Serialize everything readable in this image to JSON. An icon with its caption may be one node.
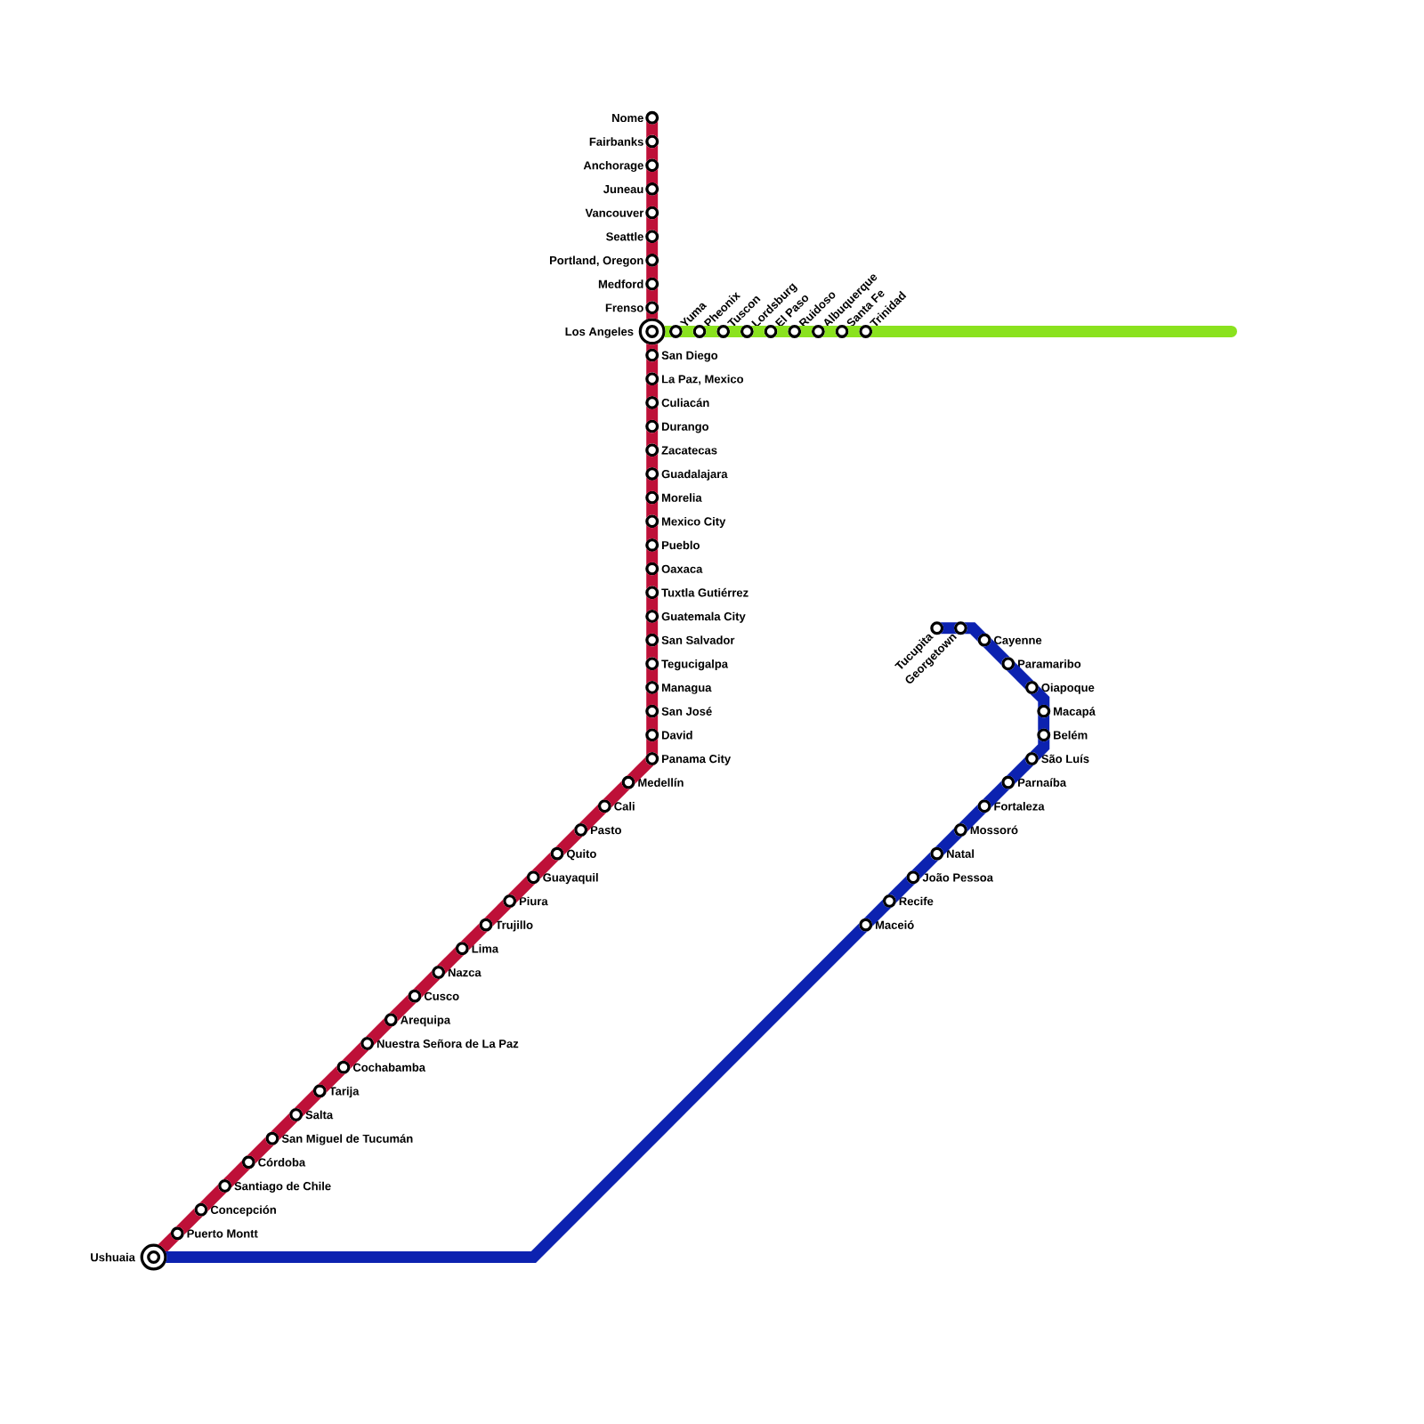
{
  "diagram": {
    "nodes": [
      {
        "text": [
          "Nome"
        ]
      },
      {
        "text": [
          "Fairbanks"
        ]
      },
      {
        "text": [
          "Anchorage"
        ]
      },
      {
        "text": [
          "Juneau"
        ]
      },
      {
        "text": [
          "Vancouver"
        ]
      },
      {
        "text": [
          "Seattle"
        ]
      },
      {
        "text": [
          "Portland, Oregon"
        ]
      },
      {
        "text": [
          "Medford"
        ]
      },
      {
        "text": [
          "Frenso"
        ]
      },
      {
        "text": [
          "Los Angeles"
        ]
      },
      {
        "text": [
          "San Diego"
        ]
      },
      {
        "text": [
          "La Paz, Mexico"
        ]
      },
      {
        "text": [
          "Culiacán"
        ]
      },
      {
        "text": [
          "Durango"
        ]
      },
      {
        "text": [
          "Zacatecas"
        ]
      },
      {
        "text": [
          "Guadalajara"
        ]
      },
      {
        "text": [
          "Morelia"
        ]
      },
      {
        "text": [
          "Mexico City"
        ]
      },
      {
        "text": [
          "Pueblo"
        ]
      },
      {
        "text": [
          "Oaxaca"
        ]
      },
      {
        "text": [
          "Tuxtla Gutiérrez"
        ]
      },
      {
        "text": [
          "Guatemala City"
        ]
      },
      {
        "text": [
          "San Salvador"
        ]
      },
      {
        "text": [
          "Tegucigalpa"
        ]
      },
      {
        "text": [
          "Managua"
        ]
      },
      {
        "text": [
          "San José"
        ]
      },
      {
        "text": [
          "David"
        ]
      },
      {
        "text": [
          "Panama City"
        ]
      },
      {
        "text": [
          "Medellín"
        ]
      },
      {
        "text": [
          "Cali"
        ]
      },
      {
        "text": [
          "Pasto"
        ]
      },
      {
        "text": [
          "Quito"
        ]
      },
      {
        "text": [
          "Guayaquil"
        ]
      },
      {
        "text": [
          "Piura"
        ]
      },
      {
        "text": [
          "Trujillo"
        ]
      },
      {
        "text": [
          "Lima"
        ]
      },
      {
        "text": [
          "Nazca"
        ]
      },
      {
        "text": [
          "Cusco"
        ]
      },
      {
        "text": [
          "Arequipa"
        ]
      },
      {
        "text": [
          "Nuestra Señora de La Paz"
        ]
      },
      {
        "text": [
          "Cochabamba"
        ]
      },
      {
        "text": [
          "Tarija"
        ]
      },
      {
        "text": [
          "Salta"
        ]
      },
      {
        "text": [
          "San Miguel de Tucumán"
        ]
      },
      {
        "text": [
          "Córdoba"
        ]
      },
      {
        "text": [
          "Santiago de Chile"
        ]
      },
      {
        "text": [
          "Concepción"
        ]
      },
      {
        "text": [
          "Puerto Montt"
        ]
      },
      {
        "text": [
          "Ushuaia"
        ]
      },
      {
        "text": [
          "Yuma"
        ]
      },
      {
        "text": [
          "Pheonix"
        ]
      },
      {
        "text": [
          "Tuscon"
        ]
      },
      {
        "text": [
          "Lordsburg"
        ]
      },
      {
        "text": [
          "El Paso"
        ]
      },
      {
        "text": [
          "Ruidoso"
        ]
      },
      {
        "text": [
          "Albuquerque"
        ]
      },
      {
        "text": [
          "Santa Fe"
        ]
      },
      {
        "text": [
          "Trinidad"
        ]
      },
      {
        "text": [
          "Maceió"
        ]
      },
      {
        "text": [
          "Recife"
        ]
      },
      {
        "text": [
          "João Pessoa"
        ]
      },
      {
        "text": [
          "Natal"
        ]
      },
      {
        "text": [
          "Mossoró"
        ]
      },
      {
        "text": [
          "Fortaleza"
        ]
      },
      {
        "text": [
          "Parnaíba"
        ]
      },
      {
        "text": [
          "São Luís"
        ]
      },
      {
        "text": [
          "Belém"
        ]
      },
      {
        "text": [
          "Macapá"
        ]
      },
      {
        "text": [
          "Oiapoque"
        ]
      },
      {
        "text": [
          "Paramaribo"
        ]
      },
      {
        "text": [
          "Cayenne"
        ]
      },
      {
        "text": [
          "Georgetown"
        ]
      },
      {
        "text": [
          "Tucupita"
        ]
      }
    ],
    "edges": [
      {
        "from": 0,
        "to": 1,
        "arrow": "none"
      },
      {
        "from": 1,
        "to": 2,
        "arrow": "none"
      },
      {
        "from": 2,
        "to": 3,
        "arrow": "none"
      },
      {
        "from": 3,
        "to": 4,
        "arrow": "none"
      },
      {
        "from": 4,
        "to": 5,
        "arrow": "none"
      },
      {
        "from": 5,
        "to": 6,
        "arrow": "none"
      },
      {
        "from": 6,
        "to": 7,
        "arrow": "none"
      },
      {
        "from": 7,
        "to": 8,
        "arrow": "none"
      },
      {
        "from": 8,
        "to": 9,
        "arrow": "none"
      },
      {
        "from": 9,
        "to": 10,
        "arrow": "none"
      },
      {
        "from": 10,
        "to": 11,
        "arrow": "none"
      },
      {
        "from": 11,
        "to": 12,
        "arrow": "none"
      },
      {
        "from": 12,
        "to": 13,
        "arrow": "none"
      },
      {
        "from": 13,
        "to": 14,
        "arrow": "none"
      },
      {
        "from": 14,
        "to": 15,
        "arrow": "none"
      },
      {
        "from": 15,
        "to": 16,
        "arrow": "none"
      },
      {
        "from": 16,
        "to": 17,
        "arrow": "none"
      },
      {
        "from": 17,
        "to": 18,
        "arrow": "none"
      },
      {
        "from": 18,
        "to": 19,
        "arrow": "none"
      },
      {
        "from": 19,
        "to": 20,
        "arrow": "none"
      },
      {
        "from": 20,
        "to": 21,
        "arrow": "none"
      },
      {
        "from": 21,
        "to": 22,
        "arrow": "none"
      },
      {
        "from": 22,
        "to": 23,
        "arrow": "none"
      },
      {
        "from": 23,
        "to": 24,
        "arrow": "none"
      },
      {
        "from": 24,
        "to": 25,
        "arrow": "none"
      },
      {
        "from": 25,
        "to": 26,
        "arrow": "none"
      },
      {
        "from": 26,
        "to": 27,
        "arrow": "none"
      },
      {
        "from": 27,
        "to": 28,
        "arrow": "none"
      },
      {
        "from": 28,
        "to": 29,
        "arrow": "none"
      },
      {
        "from": 29,
        "to": 30,
        "arrow": "none"
      },
      {
        "from": 30,
        "to": 31,
        "arrow": "none"
      },
      {
        "from": 31,
        "to": 32,
        "arrow": "none"
      },
      {
        "from": 32,
        "to": 33,
        "arrow": "none"
      },
      {
        "from": 33,
        "to": 34,
        "arrow": "none"
      },
      {
        "from": 34,
        "to": 35,
        "arrow": "none"
      },
      {
        "from": 35,
        "to": 36,
        "arrow": "none"
      },
      {
        "from": 36,
        "to": 37,
        "arrow": "none"
      },
      {
        "from": 37,
        "to": 38,
        "arrow": "none"
      },
      {
        "from": 38,
        "to": 39,
        "arrow": "none"
      },
      {
        "from": 39,
        "to": 40,
        "arrow": "none"
      },
      {
        "from": 40,
        "to": 41,
        "arrow": "none"
      },
      {
        "from": 41,
        "to": 42,
        "arrow": "none"
      },
      {
        "from": 42,
        "to": 43,
        "arrow": "none"
      },
      {
        "from": 43,
        "to": 44,
        "arrow": "none"
      },
      {
        "from": 44,
        "to": 45,
        "arrow": "none"
      },
      {
        "from": 45,
        "to": 46,
        "arrow": "none"
      },
      {
        "from": 46,
        "to": 47,
        "arrow": "none"
      },
      {
        "from": 47,
        "to": 48,
        "arrow": "none"
      },
      {
        "from": 9,
        "to": 49,
        "arrow": "none",
        "color": "#8ae21e"
      },
      {
        "from": 49,
        "to": 50,
        "arrow": "none",
        "color": "#8ae21e"
      },
      {
        "from": 50,
        "to": 51,
        "arrow": "none",
        "color": "#8ae21e"
      },
      {
        "from": 51,
        "to": 52,
        "arrow": "none",
        "color": "#8ae21e"
      },
      {
        "from": 52,
        "to": 53,
        "arrow": "none",
        "color": "#8ae21e"
      },
      {
        "from": 53,
        "to": 54,
        "arrow": "none",
        "color": "#8ae21e"
      },
      {
        "from": 54,
        "to": 55,
        "arrow": "none",
        "color": "#8ae21e"
      },
      {
        "from": 55,
        "to": 56,
        "arrow": "none",
        "color": "#8ae21e"
      },
      {
        "from": 56,
        "to": 57,
        "arrow": "none",
        "color": "#8ae21e"
      },
      {
        "from": 57,
        "to": null,
        "arrow": "none",
        "color": "#8ae21e"
      },
      {
        "from": 48,
        "to": 58,
        "arrow": "none",
        "color": "#0c22b0"
      },
      {
        "from": 58,
        "to": 59,
        "arrow": "none",
        "color": "#0c22b0"
      },
      {
        "from": 59,
        "to": 60,
        "arrow": "none",
        "color": "#0c22b0"
      },
      {
        "from": 60,
        "to": 61,
        "arrow": "none",
        "color": "#0c22b0"
      },
      {
        "from": 61,
        "to": 62,
        "arrow": "none",
        "color": "#0c22b0"
      },
      {
        "from": 62,
        "to": 63,
        "arrow": "none",
        "color": "#0c22b0"
      },
      {
        "from": 63,
        "to": 64,
        "arrow": "none",
        "color": "#0c22b0"
      },
      {
        "from": 64,
        "to": 65,
        "arrow": "none",
        "color": "#0c22b0"
      },
      {
        "from": 65,
        "to": 66,
        "arrow": "none",
        "color": "#0c22b0"
      },
      {
        "from": 66,
        "to": 67,
        "arrow": "none",
        "color": "#0c22b0"
      },
      {
        "from": 67,
        "to": 68,
        "arrow": "none",
        "color": "#0c22b0"
      },
      {
        "from": 68,
        "to": 69,
        "arrow": "none",
        "color": "#0c22b0"
      },
      {
        "from": 69,
        "to": 70,
        "arrow": "none",
        "color": "#0c22b0"
      },
      {
        "from": 70,
        "to": 71,
        "arrow": "none",
        "color": "#0c22b0"
      },
      {
        "from": 71,
        "to": 72,
        "arrow": "none",
        "color": "#0c22b0"
      }
    ]
  }
}
